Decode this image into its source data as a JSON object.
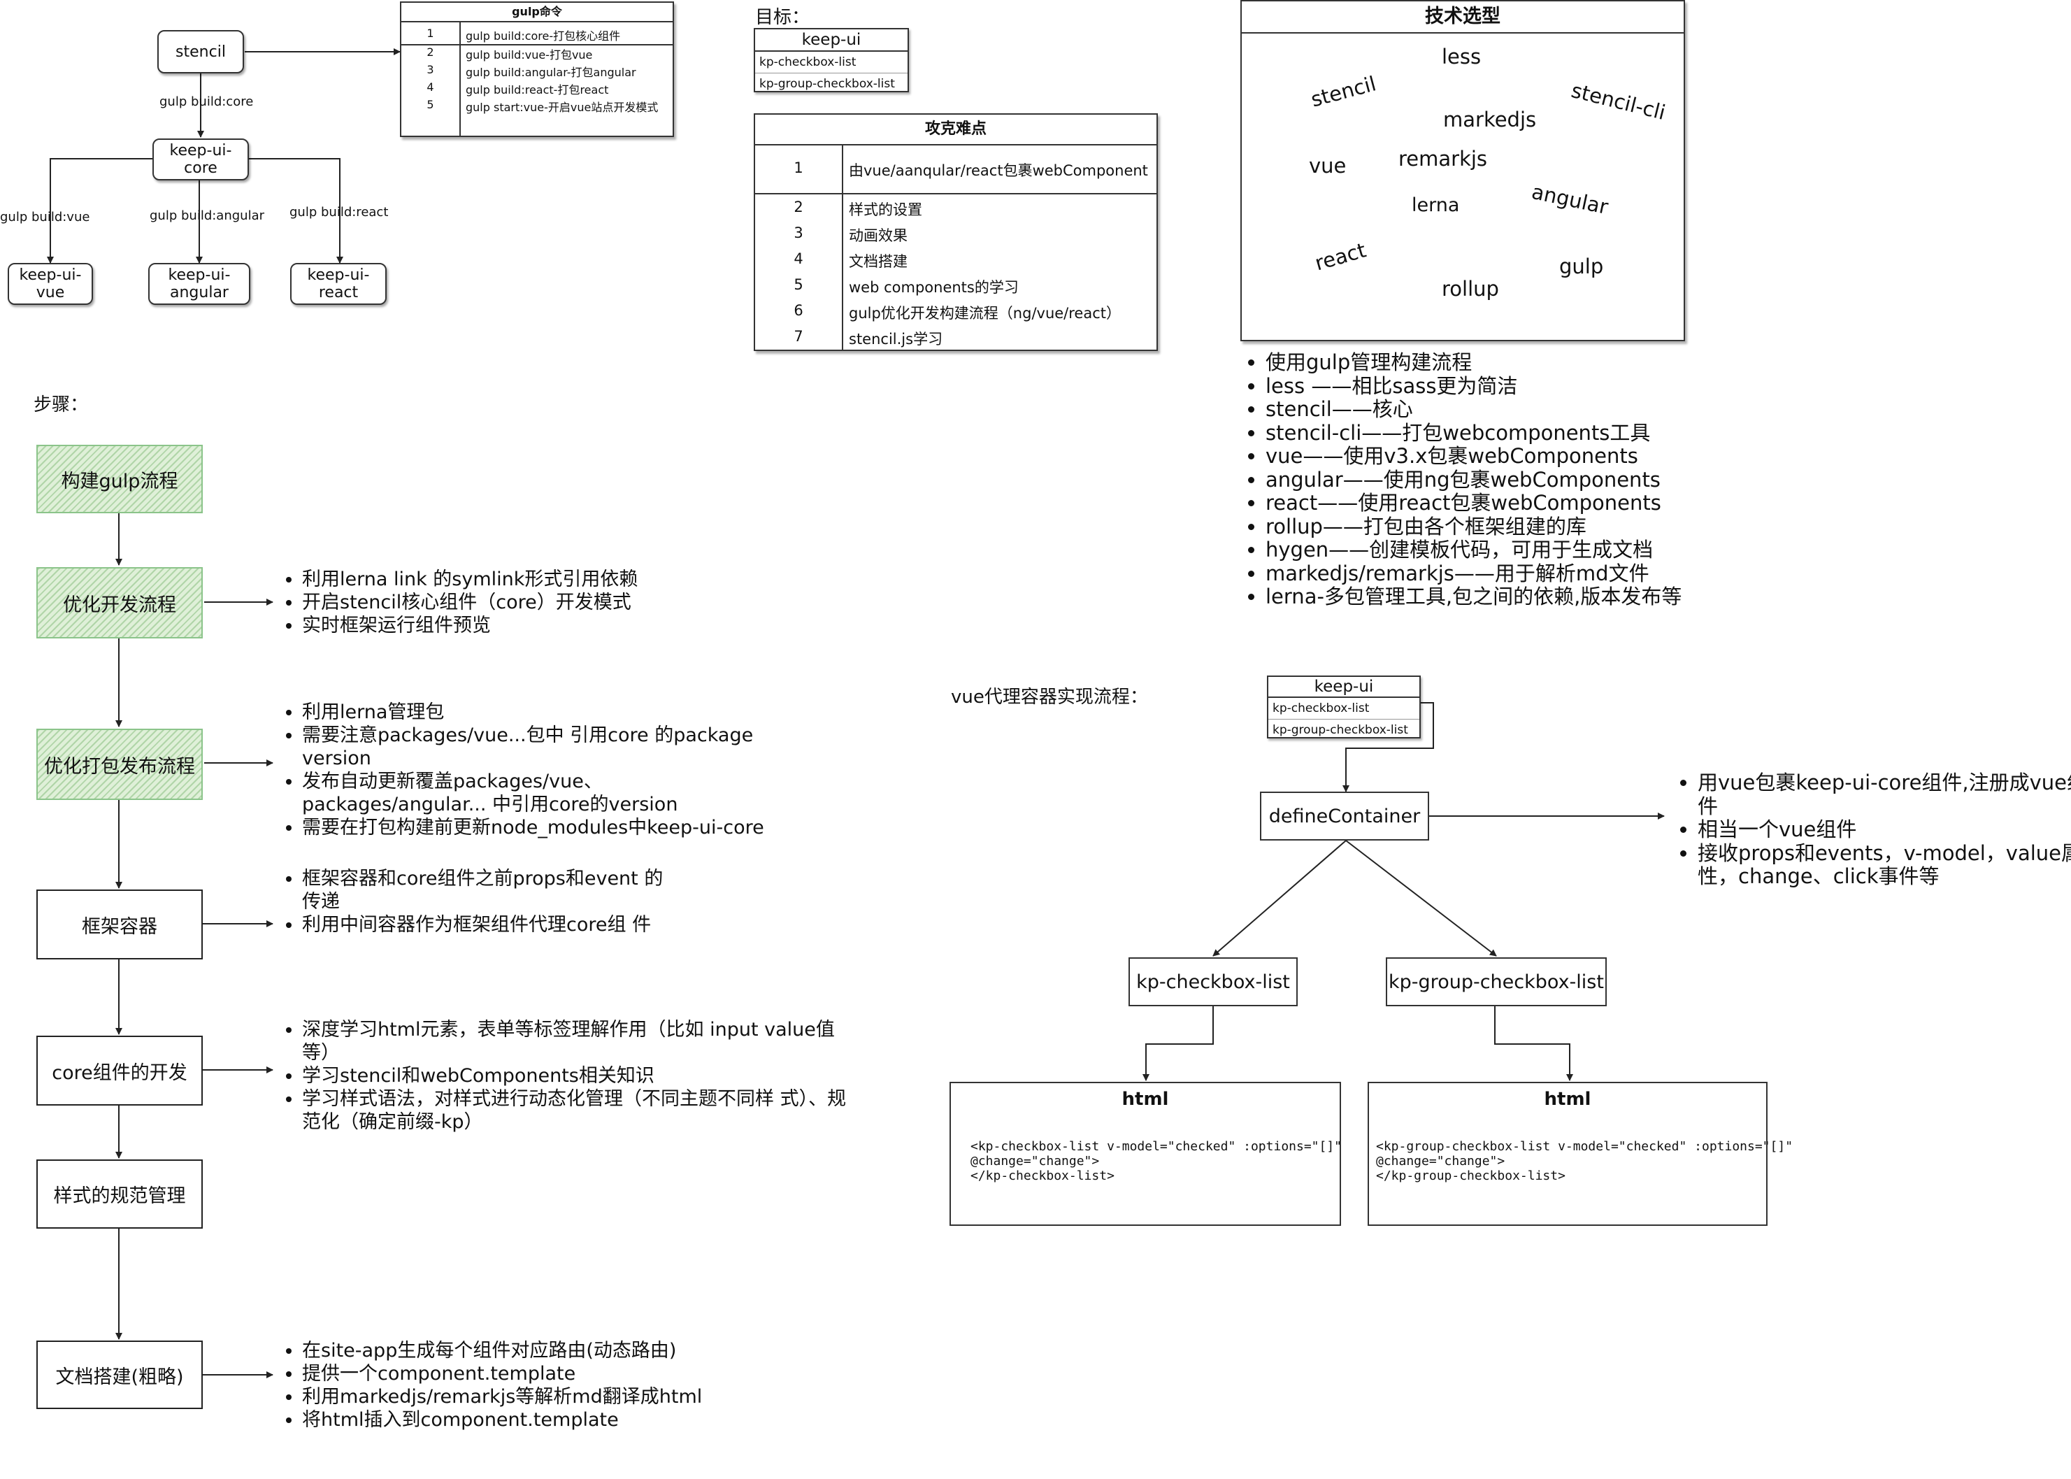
{
  "gulp_flow": {
    "nodes": {
      "stencil": "stencil",
      "core": "keep-ui-core",
      "vue": "keep-ui-vue",
      "angular": "keep-ui-angular",
      "react": "keep-ui-react"
    },
    "edge_labels": {
      "core": "gulp build:core",
      "vue": "gulp build:vue",
      "angular": "gulp build:angular",
      "react": "gulp build:react"
    }
  },
  "gulp_table": {
    "title": "gulp命令",
    "rows": [
      {
        "n": "1",
        "cmd": "gulp build:core-打包核心组件"
      },
      {
        "n": "2",
        "cmd": "gulp build:vue-打包vue"
      },
      {
        "n": "3",
        "cmd": "gulp build:angular-打包angular"
      },
      {
        "n": "4",
        "cmd": "gulp build:react-打包react"
      },
      {
        "n": "5",
        "cmd": "gulp start:vue-开启vue站点开发模式"
      }
    ]
  },
  "target": {
    "label": "目标：",
    "box_title": "keep-ui",
    "items": [
      "kp-checkbox-list",
      "kp-group-checkbox-list"
    ]
  },
  "difficulties": {
    "title": "攻克难点",
    "rows": [
      {
        "n": "1",
        "text": "由vue/aanqular/react包裹webComponent"
      },
      {
        "n": "2",
        "text": "样式的设置"
      },
      {
        "n": "3",
        "text": "动画效果"
      },
      {
        "n": "4",
        "text": "文档搭建"
      },
      {
        "n": "5",
        "text": "web components的学习"
      },
      {
        "n": "6",
        "text": "gulp优化开发构建流程（ng/vue/react）"
      },
      {
        "n": "7",
        "text": "stencil.js学习"
      }
    ]
  },
  "tech": {
    "title": "技术选型",
    "words": {
      "less": "less",
      "stencil": "stencil",
      "stencil_cli": "stencil-cli",
      "markedjs": "markedjs",
      "vue": "vue",
      "remarkjs": "remarkjs",
      "angular": "angular",
      "lerna": "lerna",
      "react": "react",
      "gulp": "gulp",
      "rollup": "rollup"
    },
    "bullets": [
      "使用gulp管理构建流程",
      "less ——相比sass更为简洁",
      "stencil——核心",
      "stencil-cli——打包webcomponents工具",
      "vue——使用v3.x包裹webComponents",
      "angular——使用ng包裹webComponents",
      "react——使用react包裹webComponents",
      "rollup——打包由各个框架组建的库",
      "hygen——创建模板代码，可用于生成文档",
      "markedjs/remarkjs——用于解析md文件",
      "lerna-多包管理工具,包之间的依赖,版本发布等"
    ]
  },
  "steps": {
    "label": "步骤：",
    "items": [
      {
        "title": "构建gulp流程",
        "notes": []
      },
      {
        "title": "优化开发流程",
        "notes": [
          "利用lerna link 的symlink形式引用依赖",
          "开启stencil核心组件（core）开发模式",
          "实时框架运行组件预览"
        ]
      },
      {
        "title": "优化打包发布流程",
        "notes": [
          "利用lerna管理包",
          "需要注意packages/vue...包中 引用core 的package version",
          "发布自动更新覆盖packages/vue、packages/angular... 中引用core的version",
          "需要在打包构建前更新node_modules中keep-ui-core"
        ]
      },
      {
        "title": "框架容器",
        "notes": [
          "框架容器和core组件之前props和event 的传递",
          "利用中间容器作为框架组件代理core组 件"
        ]
      },
      {
        "title": "core组件的开发",
        "notes": [
          "深度学习html元素，表单等标签理解作用（比如 input value值 等）",
          "学习stencil和webComponents相关知识",
          "学习样式语法，对样式进行动态化管理（不同主题不同样 式）、规范化（确定前缀-kp）"
        ]
      },
      {
        "title": "样式的规范管理",
        "notes": []
      },
      {
        "title": "文档搭建(粗略)",
        "notes": [
          "在site-app生成每个组件对应路由(动态路由)",
          "提供一个component.template",
          "利用markedjs/remarkjs等解析md翻译成html",
          "将html插入到component.template"
        ]
      }
    ]
  },
  "vue_proxy": {
    "label": "vue代理容器实现流程：",
    "keepui_title": "keep-ui",
    "keepui_items": [
      "kp-checkbox-list",
      "kp-group-checkbox-list"
    ],
    "define": "defineContainer",
    "define_notes": [
      "用vue包裹keep-ui-core组件,注册成vue组件",
      "相当一个vue组件",
      "接收props和events，v-model，value属性，change、click事件等"
    ],
    "left": {
      "name": "kp-checkbox-list",
      "html_title": "html",
      "code": "<kp-checkbox-list v-model=\"checked\" :options=\"[]\"\n@change=\"change\">\n</kp-checkbox-list>"
    },
    "right": {
      "name": "kp-group-checkbox-list",
      "html_title": "html",
      "code": "<kp-group-checkbox-list v-model=\"checked\" :options=\"[]\"\n@change=\"change\">\n</kp-group-checkbox-list>"
    }
  }
}
